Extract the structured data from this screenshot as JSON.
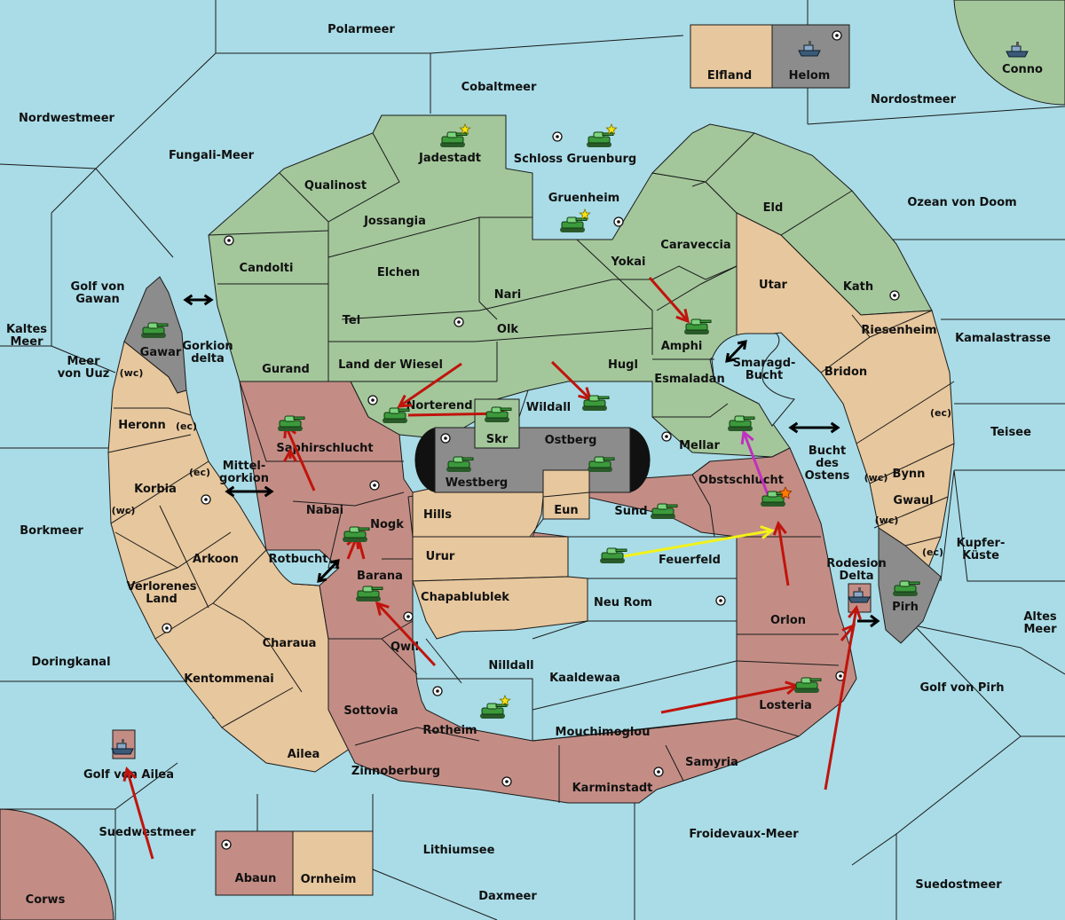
{
  "map": {
    "colors": {
      "sea": "#a9dce7",
      "green_power": "#a3c79b",
      "tan_neutral": "#e7c79d",
      "red_power": "#c38d85",
      "impassable": "#8c8c8c",
      "move_arrow": "#c0140c",
      "support_arrow": "#f2f21a",
      "convoy_arrow": "#c030c0"
    },
    "labels": {
      "polarmeer": "Polarmeer",
      "cobaltmeer": "Cobaltmeer",
      "nordwestmeer": "Nordwestmeer",
      "fungali": "Fungali-Meer",
      "nordostmeer": "Nordostmeer",
      "elfland": "Elfland",
      "helom": "Helom",
      "conno": "Conno",
      "ozean": "Ozean von Doom",
      "kamalastrasse": "Kamalastrasse",
      "teisee": "Teisee",
      "kupfer1": "Kupfer-",
      "kupfer2": "Küste",
      "altes1": "Altes",
      "altes2": "Meer",
      "golfpirh": "Golf von Pirh",
      "suedostmeer": "Suedostmeer",
      "froidevaux": "Froidevaux-Meer",
      "daxmeer": "Daxmeer",
      "lithiumsee": "Lithiumsee",
      "abaun": "Abaun",
      "ornheim": "Ornheim",
      "corws": "Corws",
      "suedwestmeer": "Suedwestmeer",
      "golfailea": "Golf von Ailea",
      "doringkanal": "Doringkanal",
      "borkmeer": "Borkmeer",
      "kaltes1": "Kaltes",
      "kaltes2": "Meer",
      "meeruuz1": "Meer",
      "meeruuz2": "von Uuz",
      "golfgawan1": "Golf von",
      "golfgawan2": "Gawan",
      "gawar": "Gawar",
      "gorkion1": "Gorkion",
      "gorkion2": "delta",
      "mittel1": "Mittel-",
      "mittel2": "gorkion",
      "rotbucht": "Rotbucht",
      "jadestadt": "Jadestadt",
      "schloss": "Schloss Gruenburg",
      "gruenheim": "Gruenheim",
      "qualinost": "Qualinost",
      "jossangia": "Jossangia",
      "candolti": "Candolti",
      "elchen": "Elchen",
      "nari": "Nari",
      "yokai": "Yokai",
      "caraveccia": "Caraveccia",
      "eld": "Eld",
      "utar": "Utar",
      "kath": "Kath",
      "riesenheim": "Riesenheim",
      "bridon": "Bridon",
      "tel": "Tel",
      "olk": "Olk",
      "amphi": "Amphi",
      "smaragd1": "Smaragd-",
      "smaragd2": "Bucht",
      "gurand": "Gurand",
      "landwiesel": "Land der Wiesel",
      "hugl": "Hugl",
      "esmaladan": "Esmaladan",
      "norterend": "Norterend",
      "wildall": "Wildall",
      "skr": "Skr",
      "ostberg": "Ostberg",
      "westberg": "Westberg",
      "mellar": "Mellar",
      "bucht1": "Bucht",
      "bucht2": "des",
      "bucht3": "Ostens",
      "bynn": "Bynn",
      "gwaul": "Gwaul",
      "pirh": "Pirh",
      "rodesion1": "Rodesion",
      "rodesion2": "Delta",
      "heronn": "Heronn",
      "korbia": "Korbia",
      "arkoon": "Arkoon",
      "verlorenes1": "Verlorenes",
      "verlorenes2": "Land",
      "kentommenai": "Kentommenai",
      "charaua": "Charaua",
      "ailea": "Ailea",
      "saphir": "Saphirschlucht",
      "nabai": "Nabai",
      "nogk": "Nogk",
      "hills": "Hills",
      "eun": "Eun",
      "sund": "Sund",
      "obstschlucht": "Obstschlucht",
      "urur": "Urur",
      "feuerfeld": "Feuerfeld",
      "barana": "Barana",
      "chapablublek": "Chapablublek",
      "neurom": "Neu Rom",
      "orlon": "Orlon",
      "qwil": "Qwil",
      "nilldall": "Nilldall",
      "kaaldewaa": "Kaaldewaa",
      "sottovia": "Sottovia",
      "rotheim": "Rotheim",
      "mouchimoglou": "Mouchimoglou",
      "losteria": "Losteria",
      "samyria": "Samyria",
      "zinnoberburg": "Zinnoberburg",
      "karminstadt": "Karminstadt",
      "wc": "(wc)",
      "ec": "(ec)"
    },
    "icons": [
      "tank-icon",
      "ship-icon",
      "star-icon",
      "supply-center-icon",
      "explosion-icon",
      "double-arrow-icon"
    ]
  }
}
